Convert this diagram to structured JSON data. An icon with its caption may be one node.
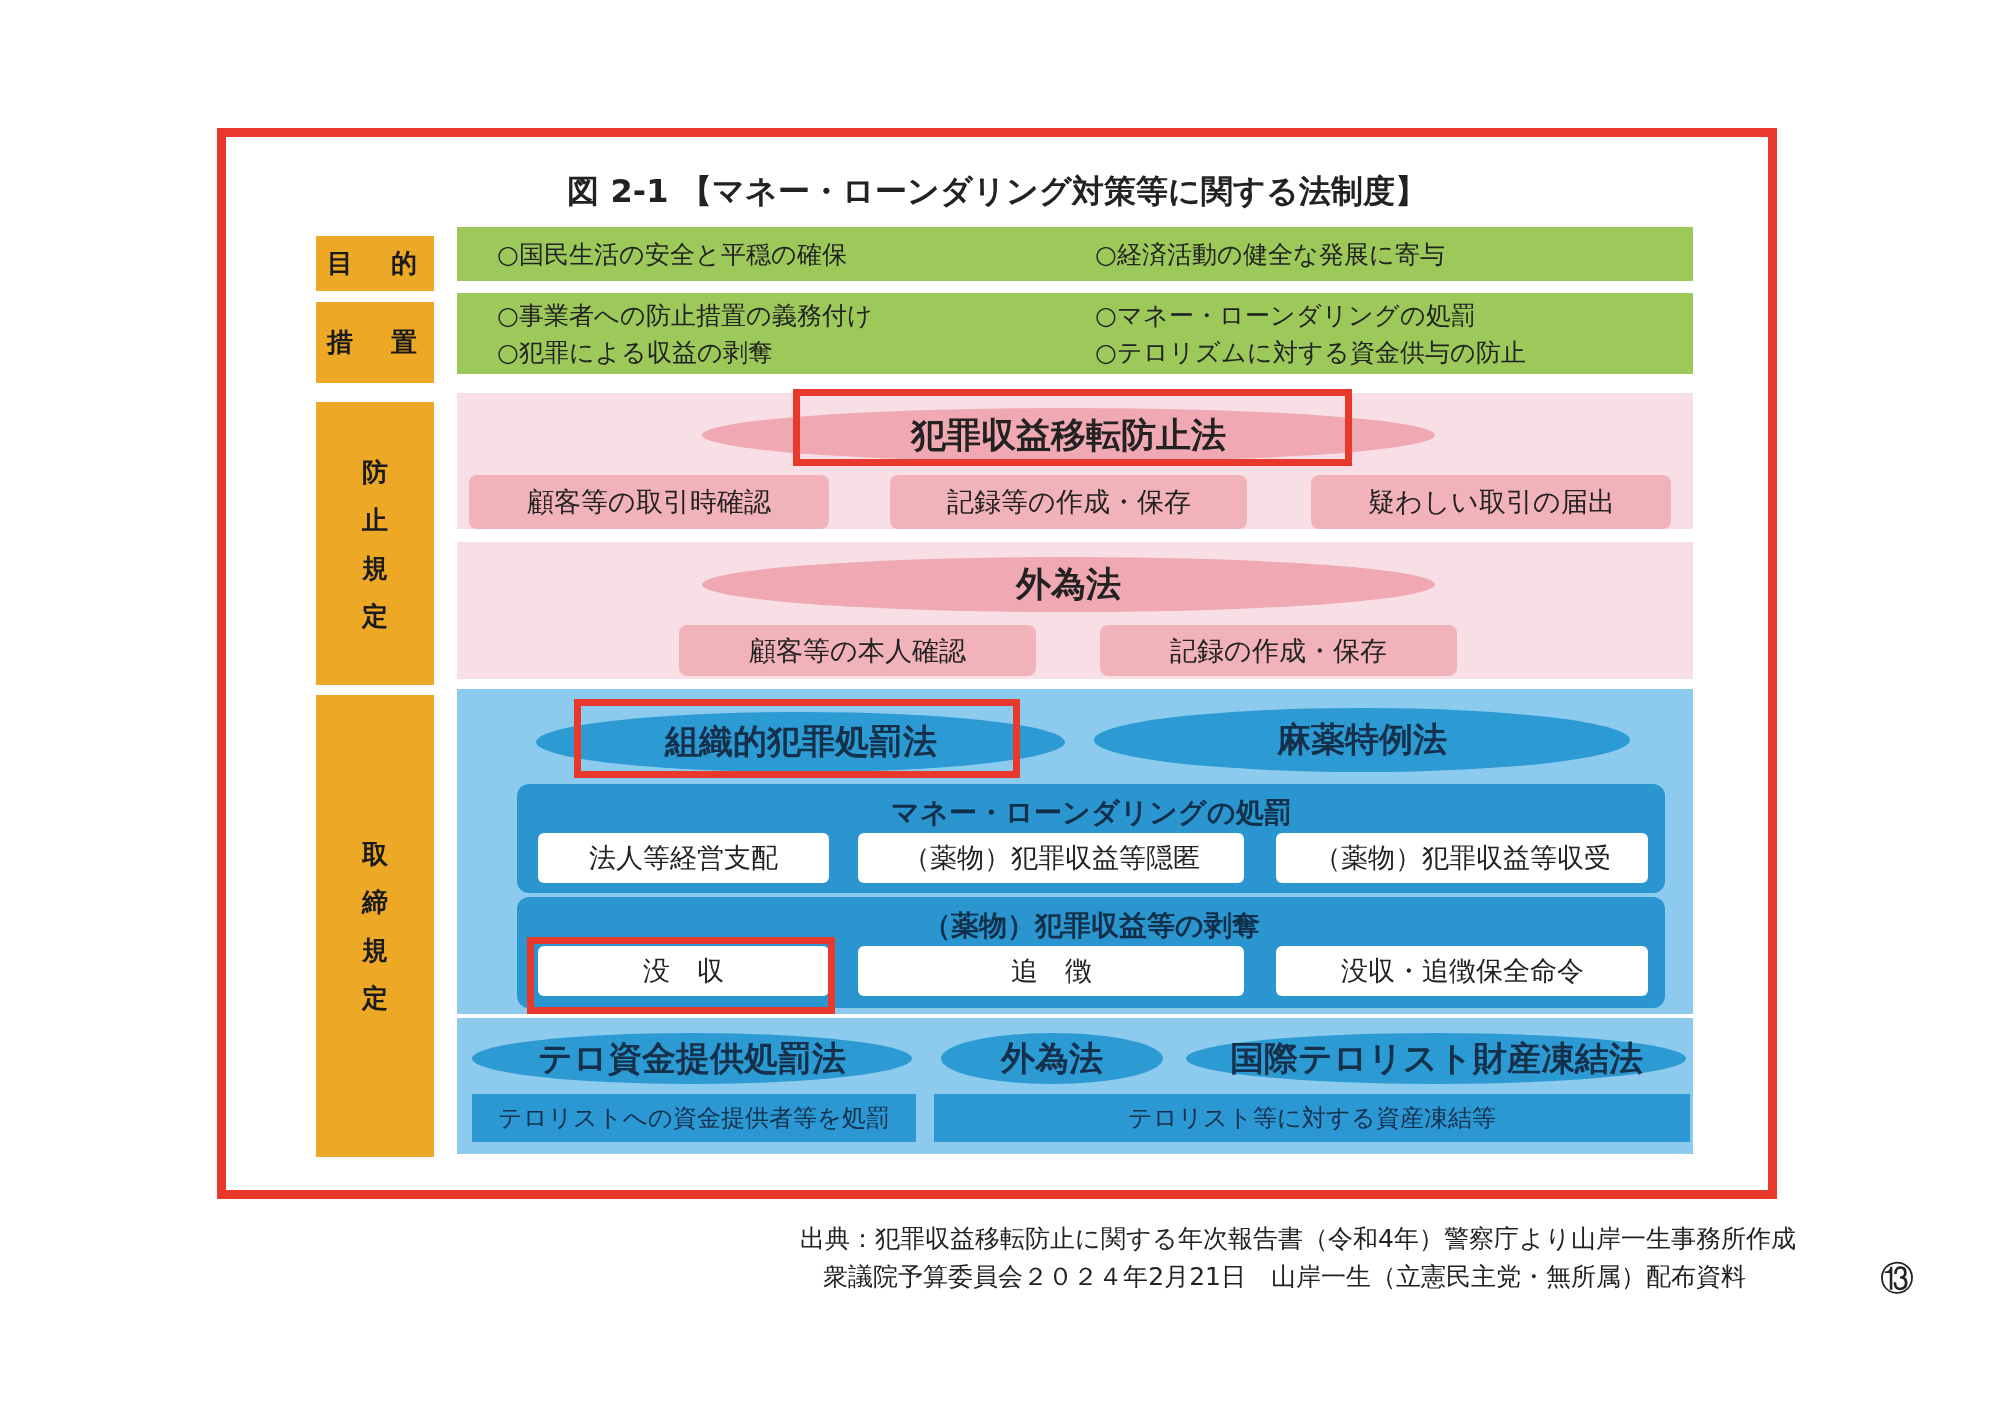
{
  "diagram": {
    "title": "図 2-1 【マネー・ローンダリング対策等に関する法制度】",
    "nodes": [
      {
        "text": [
          "目　的"
        ]
      },
      {
        "text": [
          "○国民生活の安全と平穏の確保",
          "○経済活動の健全な発展に寄与"
        ]
      },
      {
        "text": [
          "措　置"
        ]
      },
      {
        "text": [
          "○事業者への防止措置の義務付け",
          "○マネー・ローンダリングの処罰",
          "○犯罪による収益の剥奪",
          "○テロリズムに対する資金供与の防止"
        ]
      },
      {
        "text": [
          "防止規定"
        ]
      },
      {
        "text": [],
        "shape": "box"
      },
      {
        "text": [
          "犯罪収益移転防止法"
        ],
        "in": 5
      },
      {
        "text": [
          "顧客等の取引時確認"
        ],
        "in": 5
      },
      {
        "text": [
          "記録等の作成・保存"
        ],
        "in": 5
      },
      {
        "text": [
          "疑わしい取引の届出"
        ],
        "in": 5
      },
      {
        "text": [],
        "shape": "box"
      },
      {
        "text": [
          "外為法"
        ],
        "in": 10
      },
      {
        "text": [
          "顧客等の本人確認"
        ],
        "in": 10
      },
      {
        "text": [
          "記録の作成・保存"
        ],
        "in": 10
      },
      {
        "text": [
          "取締規定"
        ]
      },
      {
        "text": [],
        "shape": "box"
      },
      {
        "text": [
          "組織的犯罪処罰法"
        ],
        "in": 15
      },
      {
        "text": [
          "麻薬特例法"
        ],
        "in": 15
      },
      {
        "text": [
          "マネー・ローンダリングの処罰"
        ],
        "in": 15
      },
      {
        "text": [
          "法人等経営支配"
        ],
        "in": 18
      },
      {
        "text": [
          "（薬物）犯罪収益等隠匿"
        ],
        "in": 18
      },
      {
        "text": [
          "（薬物）犯罪収益等収受"
        ],
        "in": 18
      },
      {
        "text": [
          "（薬物）犯罪収益等の剥奪"
        ],
        "in": 15
      },
      {
        "text": [
          "没　収"
        ],
        "in": 22
      },
      {
        "text": [
          "追　徴"
        ],
        "in": 22
      },
      {
        "text": [
          "没収・追徴保全命令"
        ],
        "in": 22
      },
      {
        "text": [],
        "shape": "box"
      },
      {
        "text": [
          "テロ資金提供処罰法"
        ],
        "in": 26
      },
      {
        "text": [
          "外為法"
        ],
        "in": 26
      },
      {
        "text": [
          "国際テロリスト財産凍結法"
        ],
        "in": 26
      },
      {
        "text": [
          "テロリストへの資金提供者等を処罰"
        ],
        "in": 26
      },
      {
        "text": [
          "テロリスト等に対する資産凍結等"
        ],
        "in": 26
      }
    ],
    "edges": [],
    "labels": [
      "出典：犯罪収益移転防止に関する年次報告書（令和4年）警察庁より山岸一生事務所作成",
      "衆議院予算委員会２０２４年2月21日　山岸一生（立憲民主党・無所属）配布資料",
      "⑬"
    ]
  }
}
